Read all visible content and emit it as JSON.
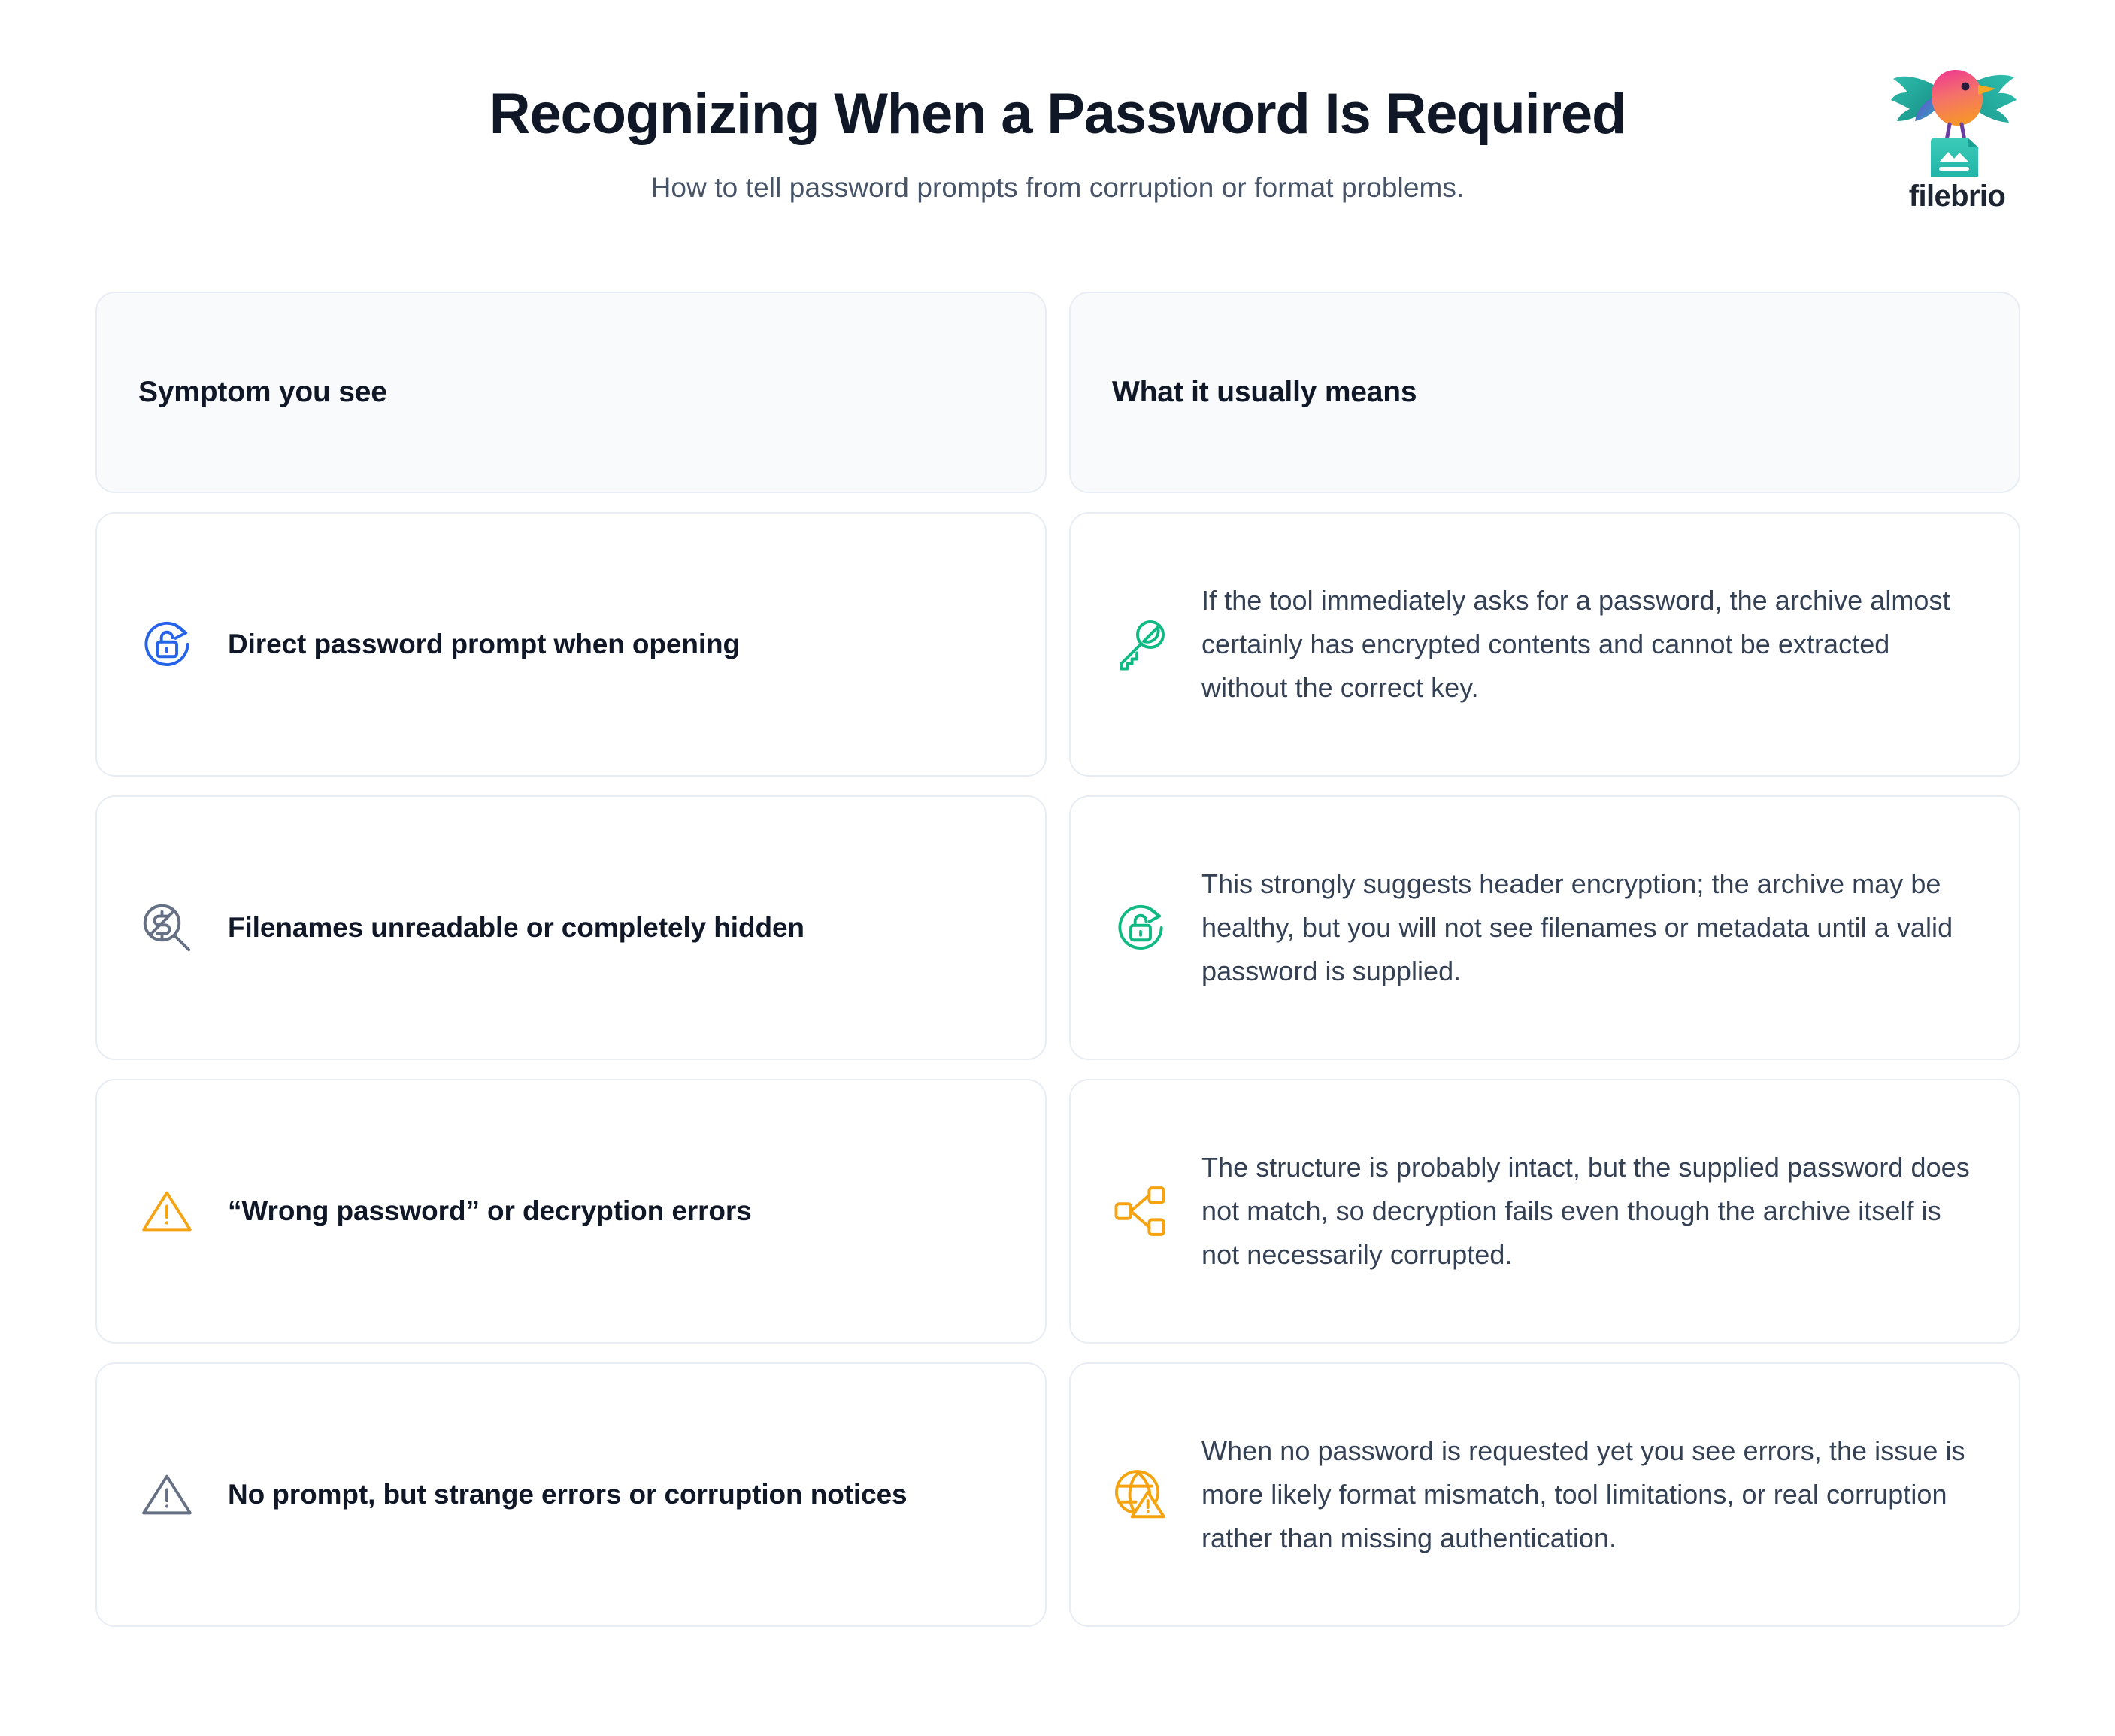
{
  "header": {
    "title": "Recognizing When a Password Is Required",
    "subtitle": "How to tell password prompts from corruption or format problems."
  },
  "brand": {
    "name": "filebrio",
    "logo_icon": "bird-on-file-logo",
    "colors": {
      "wing_teal": "#21a89b",
      "body_pink": "#e8418f",
      "body_orange": "#f79824",
      "beak_orange": "#f5a623",
      "file_teal": "#2cbfae",
      "wordmark": "#1d2432"
    }
  },
  "table": {
    "columns": [
      {
        "label": "Symptom you see"
      },
      {
        "label": "What it usually means"
      }
    ],
    "rows": [
      {
        "symptom": {
          "icon": "unlock-rotate-icon",
          "icon_color": "#2563eb",
          "text": "Direct password prompt when opening"
        },
        "meaning": {
          "icon": "key-icon",
          "icon_color": "#10b981",
          "text": "If the tool immediately asks for a password, the archive almost certainly has encrypted contents and cannot be extracted without the correct key."
        }
      },
      {
        "symptom": {
          "icon": "no-search-dollar-icon",
          "icon_color": "#667085",
          "text": "Filenames unreadable or completely hidden"
        },
        "meaning": {
          "icon": "unlock-rotate-icon",
          "icon_color": "#10b981",
          "text": "This strongly suggests header encryption; the archive may be healthy, but you will not see filenames or metadata until a valid password is supplied."
        }
      },
      {
        "symptom": {
          "icon": "warning-triangle-icon",
          "icon_color": "#f5a310",
          "text": "“Wrong password” or decryption errors"
        },
        "meaning": {
          "icon": "share-nodes-icon",
          "icon_color": "#f5a310",
          "text": "The structure is probably intact, but the supplied password does not match, so decryption fails even though the archive itself is not necessarily corrupted."
        }
      },
      {
        "symptom": {
          "icon": "warning-triangle-icon",
          "icon_color": "#667085",
          "text": "No prompt, but strange errors or corruption notices"
        },
        "meaning": {
          "icon": "globe-warning-icon",
          "icon_color": "#f5a310",
          "text": "When no password is requested yet you see errors, the issue is more likely format mismatch, tool limitations, or real corruption rather than missing authentication."
        }
      }
    ]
  },
  "theme": {
    "background": "#ffffff",
    "card_border": "#e8edf3",
    "header_cell_bg": "#f8fafc",
    "title_color": "#101828",
    "subtitle_color": "#475467",
    "body_text_color": "#344054"
  }
}
